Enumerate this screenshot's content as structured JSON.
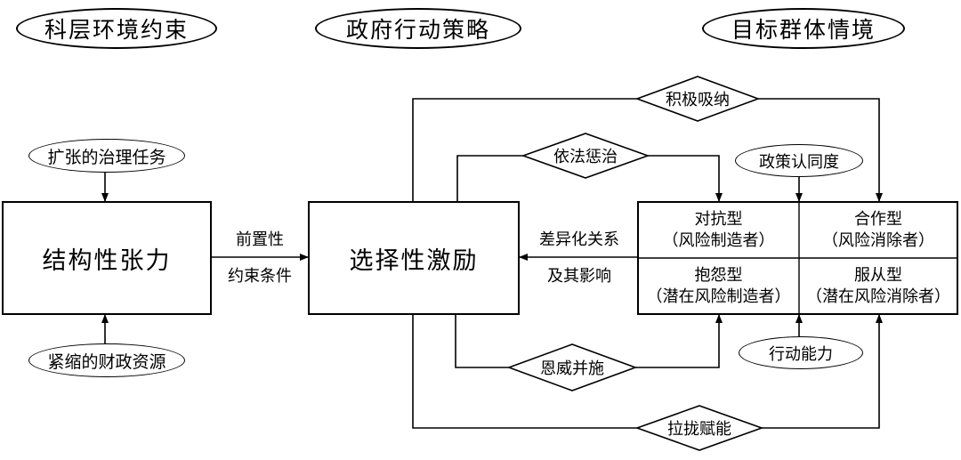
{
  "headers": {
    "left": "科层环境约束",
    "center": "政府行动策略",
    "right": "目标群体情境"
  },
  "inputs": {
    "top": "扩张的治理任务",
    "bottom": "紧缩的财政资源"
  },
  "boxes": {
    "tension": "结构性张力",
    "incentive": "选择性激励"
  },
  "arrow_labels": {
    "precondition_1": "前置性",
    "precondition_2": "约束条件",
    "differentiation_1": "差异化关系",
    "differentiation_2": "及其影响"
  },
  "strategies": {
    "absorb": "积极吸纳",
    "punish": "依法惩治",
    "carrot_stick": "恩威并施",
    "coopt": "拉拢赋能"
  },
  "factors": {
    "policy_identity": "政策认同度",
    "action_capacity": "行动能力"
  },
  "grid": {
    "resist": {
      "title": "对抗型",
      "sub": "（风险制造者）"
    },
    "cooperate": {
      "title": "合作型",
      "sub": "（风险消除者）"
    },
    "complain": {
      "title": "抱怨型",
      "sub": "（潜在风险制造者）"
    },
    "obey": {
      "title": "服从型",
      "sub": "（潜在风险消除者）"
    }
  }
}
